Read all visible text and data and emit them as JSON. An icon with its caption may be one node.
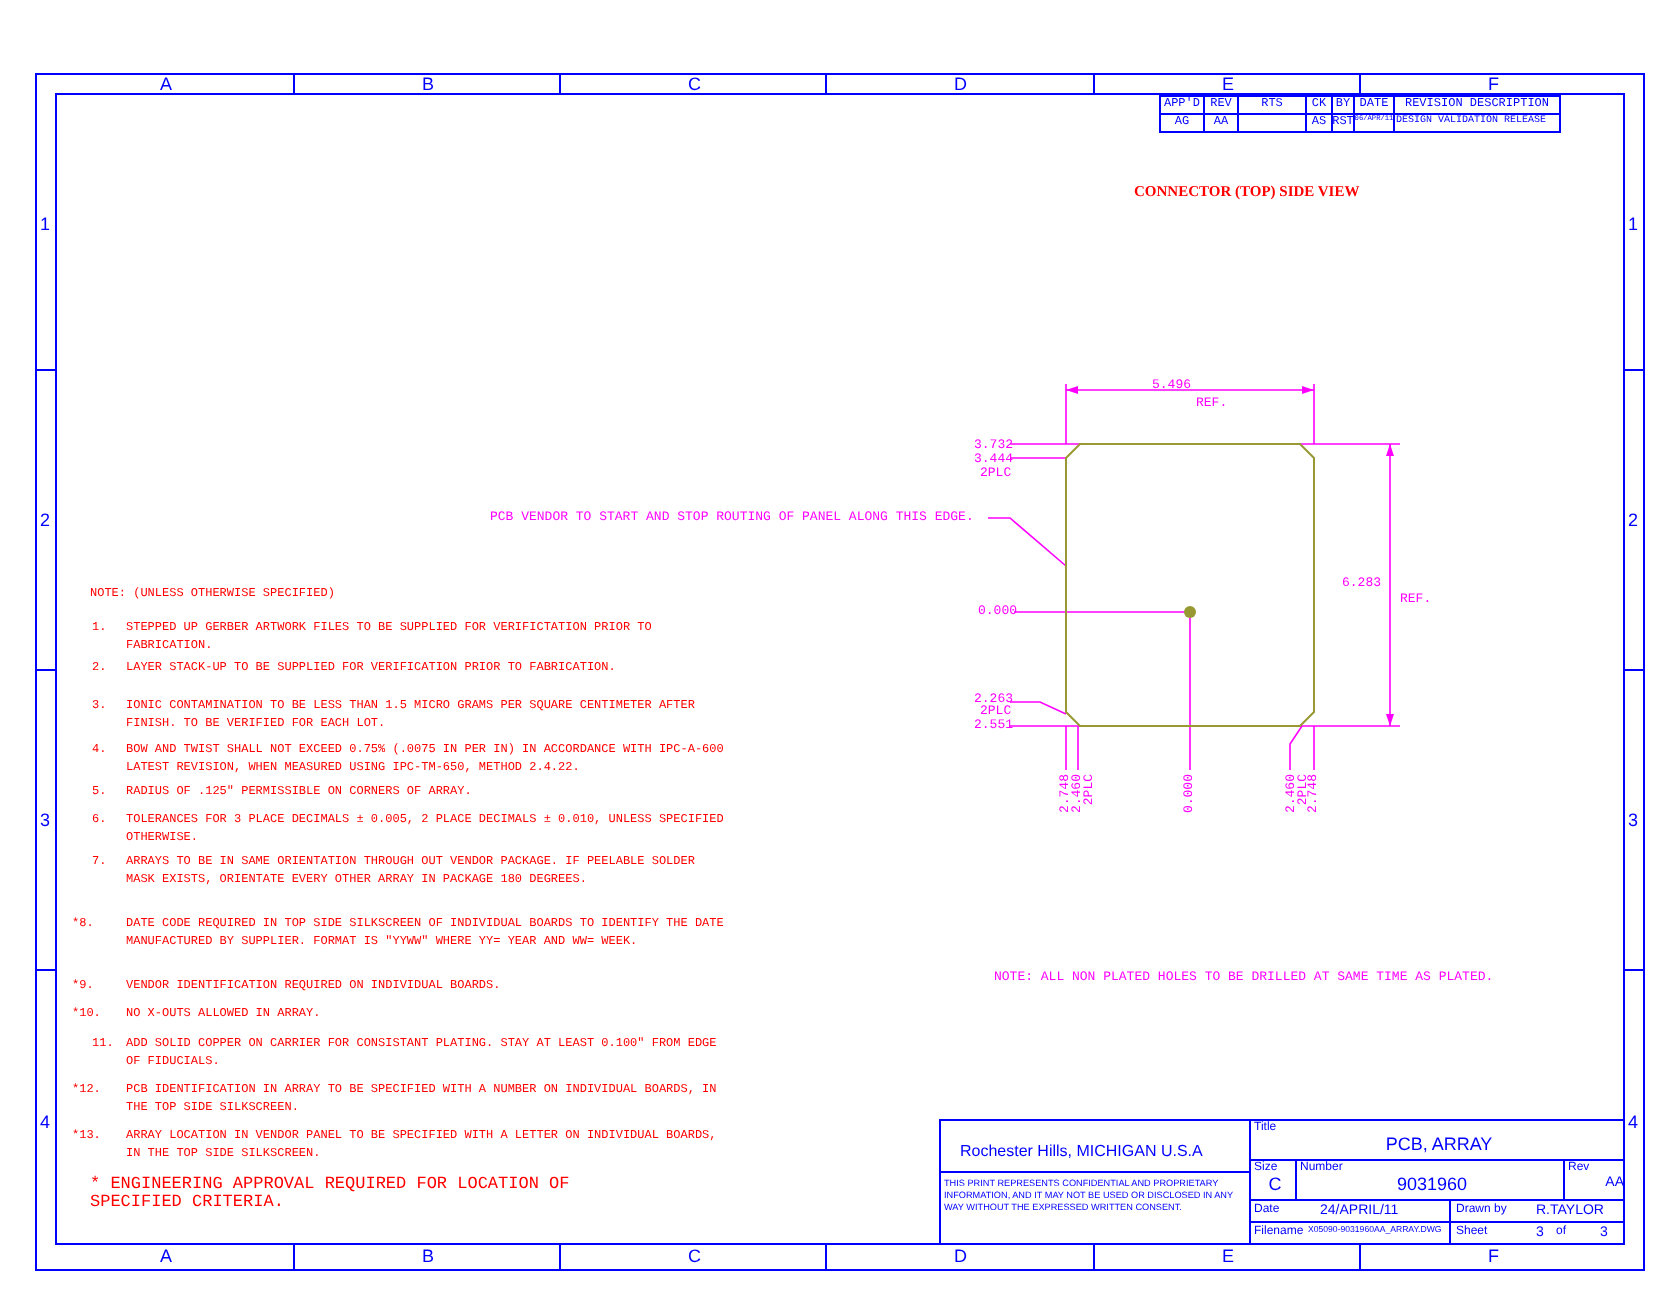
{
  "diagram": {
    "nodes": [
      {
        "text": [
          "PCB VENDOR TO START AND STOP ROUTING OF PANEL ALONG THIS EDGE."
        ]
      },
      {
        "text": [],
        "shape": "box"
      }
    ],
    "edges": [
      {
        "from": 0,
        "to": 1,
        "arrow": "none"
      }
    ],
    "labels": [
      "A",
      "B",
      "C",
      "D",
      "E",
      "F",
      "1",
      "2",
      "3",
      "4",
      "1",
      "2",
      "3",
      "4",
      "A",
      "B",
      "C",
      "D",
      "E",
      "F",
      "APP'D",
      "REV",
      "RTS",
      "CK",
      "BY",
      "DATE",
      "REVISION DESCRIPTION",
      "AG",
      "AA",
      "AS",
      "RST",
      "06/APR/11",
      "DESIGN VALIDATION RELEASE",
      "CONNECTOR (TOP) SIDE VIEW",
      "5.496",
      "REF.",
      "3.732",
      "3.444",
      "2PLC",
      "6.283",
      "REF.",
      "0.000",
      "2.263",
      "2PLC",
      "2.551",
      "2.748",
      "2.460",
      "2PLC",
      "0.000",
      "2.460",
      "2PLC",
      "2.748",
      "NOTE: (UNLESS OTHERWISE SPECIFIED)",
      "1.",
      "STEPPED UP GERBER ARTWORK FILES TO BE SUPPLIED FOR VERIFICTATION PRIOR TO FABRICATION.",
      "2.",
      "LAYER STACK-UP TO BE SUPPLIED FOR VERIFICATION PRIOR TO FABRICATION.",
      "3.",
      "IONIC CONTAMINATION TO BE LESS THAN 1.5 MICRO GRAMS PER SQUARE CENTIMETER AFTER FINISH. TO BE VERIFIED FOR EACH LOT.",
      "4.",
      "BOW AND TWIST SHALL NOT EXCEED 0.75% (.0075 IN PER IN) IN ACCORDANCE WITH IPC-A-600 LATEST REVISION, WHEN MEASURED USING IPC-TM-650, METHOD 2.4.22.",
      "5.",
      "RADIUS OF .125\" PERMISSIBLE ON CORNERS OF ARRAY.",
      "6.",
      "TOLERANCES FOR 3 PLACE DECIMALS ± 0.005, 2 PLACE DECIMALS ± 0.010, UNLESS SPECIFIED OTHERWISE.",
      "7.",
      "ARRAYS TO BE IN SAME ORIENTATION THROUGH OUT VENDOR PACKAGE. IF PEELABLE SOLDER MASK EXISTS, ORIENTATE EVERY OTHER ARRAY IN PACKAGE 180 DEGREES.",
      "*8.",
      "DATE CODE REQUIRED IN TOP SIDE SILKSCREEN OF INDIVIDUAL BOARDS TO IDENTIFY THE DATE MANUFACTURED BY SUPPLIER. FORMAT IS \"YYWW\" WHERE YY= YEAR AND WW= WEEK.",
      "*9.",
      "VENDOR IDENTIFICATION REQUIRED ON INDIVIDUAL BOARDS.",
      "*10.",
      "NO X-OUTS ALLOWED IN ARRAY.",
      "11.",
      "ADD SOLID COPPER ON CARRIER FOR CONSISTANT PLATING. STAY AT LEAST 0.100\" FROM EDGE OF FIDUCIALS.",
      "*12.",
      "PCB IDENTIFICATION IN ARRAY TO BE SPECIFIED WITH A NUMBER ON INDIVIDUAL BOARDS, IN THE TOP SIDE SILKSCREEN.",
      "*13.",
      "ARRAY LOCATION IN VENDOR PANEL TO BE SPECIFIED WITH A LETTER ON INDIVIDUAL BOARDS, IN THE TOP SIDE SILKSCREEN.",
      "* ENGINEERING APPROVAL REQUIRED FOR LOCATION OF SPECIFIED CRITERIA.",
      "NOTE: ALL NON PLATED HOLES TO BE DRILLED AT SAME TIME AS PLATED.",
      "Rochester Hills, MICHIGAN U.S.A",
      "THIS PRINT REPRESENTS CONFIDENTIAL AND PROPRIETARY INFORMATION, AND IT MAY NOT BE USED OR DISCLOSED IN ANY WAY WITHOUT THE EXPRESSED WRITTEN CONSENT.",
      "Title",
      "PCB, ARRAY",
      "Size",
      "Number",
      "Rev",
      "C",
      "9031960",
      "AA",
      "Date",
      "24/APRIL/11",
      "Drawn by",
      "R.TAYLOR",
      "Filename",
      "X05090-9031960AA_ARRAY.DWG",
      "Sheet",
      "3",
      "of",
      "3"
    ]
  }
}
